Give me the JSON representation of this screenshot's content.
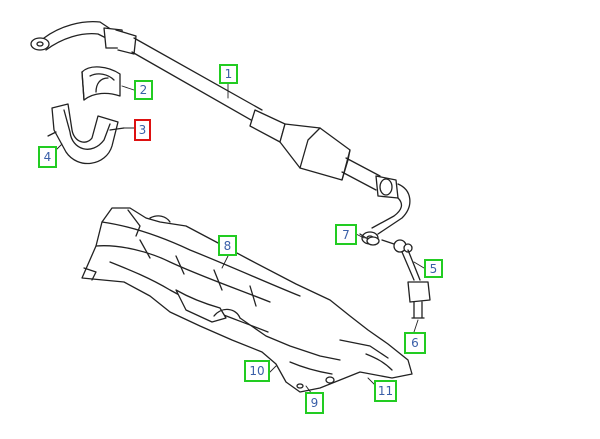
{
  "diagram": {
    "callouts": [
      {
        "id": "1",
        "label": "1",
        "selected": false
      },
      {
        "id": "2",
        "label": "2",
        "selected": false
      },
      {
        "id": "3",
        "label": "3",
        "selected": true
      },
      {
        "id": "4",
        "label": "4",
        "selected": false
      },
      {
        "id": "5",
        "label": "5",
        "selected": false
      },
      {
        "id": "6",
        "label": "6",
        "selected": false
      },
      {
        "id": "7",
        "label": "7",
        "selected": false
      },
      {
        "id": "8",
        "label": "8",
        "selected": false
      },
      {
        "id": "9",
        "label": "9",
        "selected": false
      },
      {
        "id": "10",
        "label": "10",
        "selected": false
      },
      {
        "id": "11",
        "label": "11",
        "selected": false
      }
    ],
    "colors": {
      "callout_border": "#22cc22",
      "selected_border": "#dd1111",
      "callout_text": "#3a5fa8",
      "line": "#222222"
    }
  }
}
